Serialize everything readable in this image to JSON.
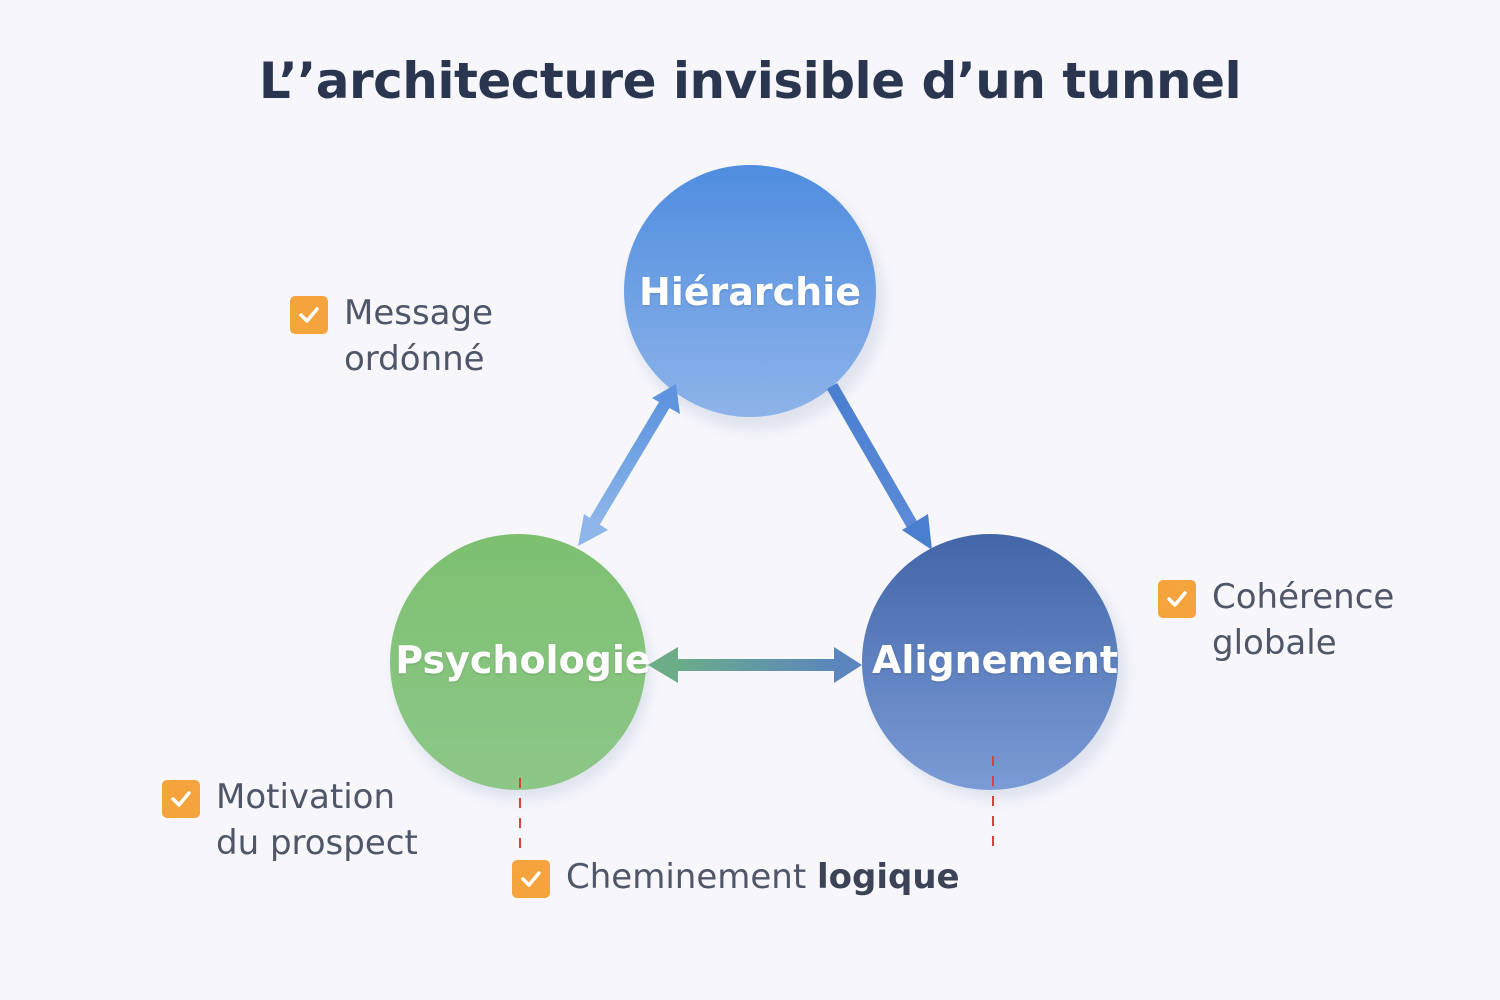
{
  "title": "L’’architecture invisible d’un tunnel",
  "colors": {
    "background": "#f6f6fb",
    "hierarchie": "#5b93de",
    "psychologie": "#7fc174",
    "alignement": "#4a70b4",
    "check": "#f5a33c",
    "dashed": "#d9423c"
  },
  "nodes": {
    "hierarchie": "Hiérarchie",
    "psychologie": "Psychologie",
    "alignement": "Alignement"
  },
  "callouts": {
    "message": {
      "line1": "Message",
      "line2": "ordónné",
      "icon": "check-icon"
    },
    "motivation": {
      "line1": "Motivation",
      "line2": "du prospect",
      "icon": "check-icon"
    },
    "coherence": {
      "line1": "Cohérence",
      "line2": "globale",
      "icon": "check-icon"
    },
    "cheminement": {
      "regular": "Cheminement",
      "bold": "logique",
      "icon": "check-icon"
    }
  }
}
